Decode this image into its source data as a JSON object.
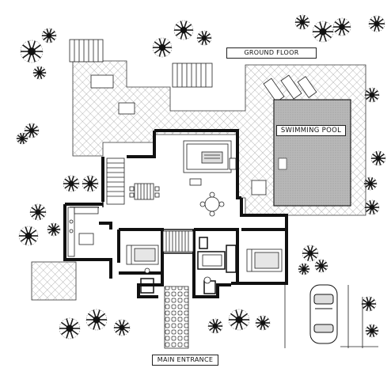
{
  "labels": {
    "ground_floor": "GROUND FLOOR",
    "swimming_pool": "SWIMMING POOL",
    "main_entrance": "MAIN ENTRANCE"
  },
  "colors": {
    "ink": "#111111",
    "hatch": "#9a9a9a",
    "pool_fill": "#b5b5b5",
    "tree": "#1a1a1a"
  },
  "icons": [
    "tree-icon",
    "car-icon",
    "dining-table-icon",
    "bed-icon",
    "sofa-icon",
    "stair-icon"
  ]
}
